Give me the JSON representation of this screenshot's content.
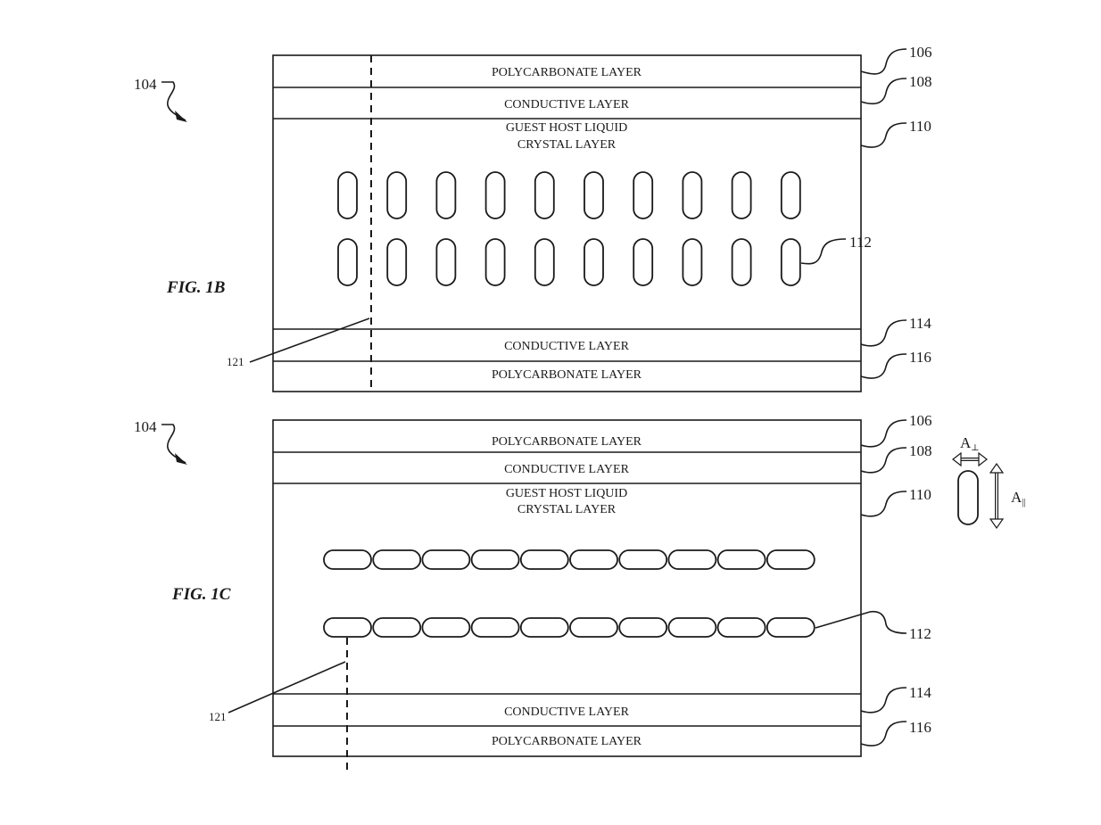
{
  "figures": [
    {
      "id": "fig1b",
      "title": "FIG. 1B",
      "assembly_ref": "104",
      "layers": [
        {
          "label": "POLYCARBONATE LAYER",
          "ref": "106"
        },
        {
          "label": "CONDUCTIVE LAYER",
          "ref": "108"
        },
        {
          "label_line1": "GUEST HOST LIQUID",
          "label_line2": "CRYSTAL LAYER",
          "ref": "110"
        },
        {
          "label": "CONDUCTIVE LAYER",
          "ref": "114"
        },
        {
          "label": "POLYCARBONATE LAYER",
          "ref": "116"
        }
      ],
      "molecule_ref": "112",
      "molecule_orientation": "vertical",
      "molecule_rows": 2,
      "molecules_per_row": 10,
      "axis_ref": "121"
    },
    {
      "id": "fig1c",
      "title": "FIG. 1C",
      "assembly_ref": "104",
      "layers": [
        {
          "label": "POLYCARBONATE LAYER",
          "ref": "106"
        },
        {
          "label": "CONDUCTIVE LAYER",
          "ref": "108"
        },
        {
          "label_line1": "GUEST HOST LIQUID",
          "label_line2": "CRYSTAL LAYER",
          "ref": "110"
        },
        {
          "label": "CONDUCTIVE LAYER",
          "ref": "114"
        },
        {
          "label": "POLYCARBONATE LAYER",
          "ref": "116"
        }
      ],
      "molecule_ref": "112",
      "molecule_orientation": "horizontal",
      "molecule_rows": 2,
      "molecules_per_row": 10,
      "axis_ref": "121"
    }
  ],
  "legend": {
    "perpendicular_axis_label": "A",
    "perpendicular_axis_sub": "⊥",
    "parallel_axis_label": "A",
    "parallel_axis_sub": "||"
  }
}
